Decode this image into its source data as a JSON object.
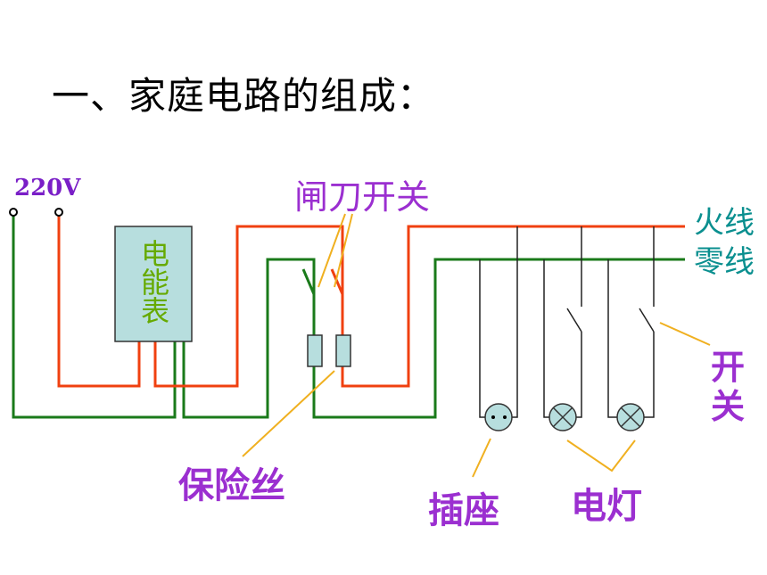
{
  "title": "一、家庭电路的组成：",
  "labels": {
    "voltage": "220V",
    "meter": "电能表",
    "knife_switch": "闸刀开关",
    "live_wire": "火线",
    "neutral_wire": "零线",
    "switch": "开关",
    "fuse": "保险丝",
    "socket": "插座",
    "lamp": "电灯"
  },
  "colors": {
    "live": "#f04010",
    "neutral": "#1a7a1a",
    "branch": "#222222",
    "meter_fill": "#b7dede",
    "fuse_fill": "#b7dede",
    "lamp_fill": "#b7dede",
    "pointer": "#f0b020",
    "label_purple": "#9b2fd0",
    "label_teal": "#0a8f8f",
    "meter_text": "#66aa00"
  },
  "icons": {
    "terminal": "open-circle-terminal",
    "lamp": "circle-cross-lamp-icon",
    "socket": "two-dot-socket-icon"
  }
}
